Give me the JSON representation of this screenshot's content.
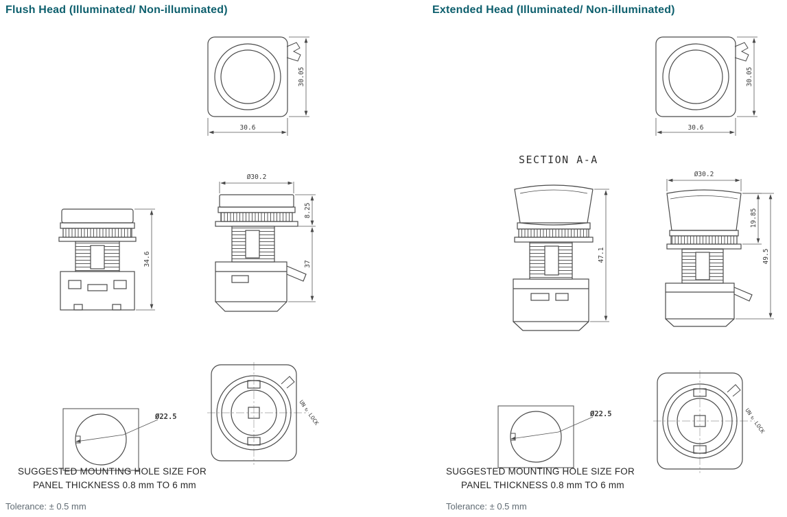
{
  "page": {
    "background": "#ffffff",
    "accent_color": "#0d5f6d",
    "line_color": "#4a4a4a"
  },
  "flush": {
    "title": "Flush Head (Illuminated/ Non-illuminated)",
    "top_view": {
      "width": "30.6",
      "height": "30.05"
    },
    "front_view": {
      "overall_height": "34.6"
    },
    "side_view": {
      "head_diameter": "Ø30.2",
      "head_height": "8.25",
      "body_depth": "37"
    },
    "bottom_view": {
      "unlock_text_1": "UN",
      "unlock_arrow": "↻",
      "unlock_text_2": "LOCK"
    },
    "mounting_view": {
      "hole_diameter": "Ø22.5"
    },
    "mounting_note_line1": "SUGGESTED MOUNTING HOLE SIZE FOR",
    "mounting_note_line2": "PANEL THICKNESS 0.8 mm TO 6 mm",
    "tolerance": "Tolerance: ± 0.5 mm"
  },
  "extended": {
    "title": "Extended Head (Illuminated/ Non-illuminated)",
    "section_label": "SECTION A-A",
    "top_view": {
      "width": "30.6",
      "height": "30.05"
    },
    "section_view": {
      "overall_height": "47.1"
    },
    "side_view": {
      "head_diameter": "Ø30.2",
      "head_height": "19.85",
      "body_depth": "49.5"
    },
    "bottom_view": {
      "unlock_text_1": "UN",
      "unlock_arrow": "↻",
      "unlock_text_2": "LOCK"
    },
    "mounting_view": {
      "hole_diameter": "Ø22.5"
    },
    "mounting_note_line1": "SUGGESTED MOUNTING HOLE SIZE FOR",
    "mounting_note_line2": "PANEL THICKNESS 0.8 mm TO 6 mm",
    "tolerance": "Tolerance: ± 0.5 mm"
  }
}
